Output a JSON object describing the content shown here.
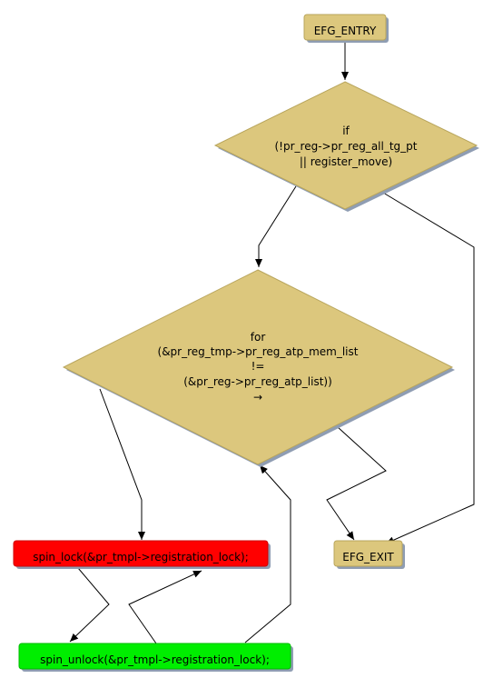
{
  "colors": {
    "decision_fill": "#dcc77d",
    "terminal_fill": "#dcc77d",
    "lock_fill": "#ff0000",
    "unlock_fill": "#00ee00",
    "shadow": "#8f9db3",
    "edge": "#000000",
    "stroke": "#b8a55c"
  },
  "nodes": {
    "entry": {
      "label": "EFG_ENTRY"
    },
    "if_decision": {
      "lines": [
        "if",
        "(!pr_reg->pr_reg_all_tg_pt",
        "|| register_move)"
      ]
    },
    "for_decision": {
      "lines": [
        "for",
        "(&pr_reg_tmp->pr_reg_atp_mem_list",
        "!=",
        "(&pr_reg->pr_reg_atp_list))",
        "→"
      ]
    },
    "spin_lock": {
      "label": "spin_lock(&pr_tmpl->registration_lock);"
    },
    "spin_unlock": {
      "label": "spin_unlock(&pr_tmpl->registration_lock);"
    },
    "exit": {
      "label": "EFG_EXIT"
    }
  }
}
